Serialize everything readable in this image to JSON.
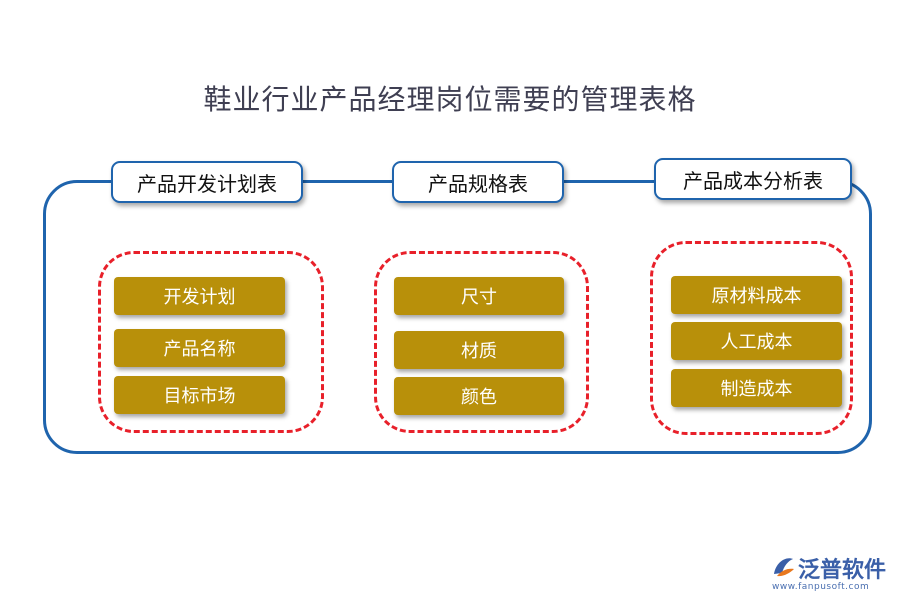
{
  "title": "鞋业行业产品经理岗位需要的管理表格",
  "colors": {
    "frame": "#1f64ad",
    "item_fill": "#b8900a",
    "dashed_border": "#e8202a",
    "title_text": "#3f3f52"
  },
  "columns": [
    {
      "header": "产品开发计划表",
      "items": [
        "开发计划",
        "产品名称",
        "目标市场"
      ]
    },
    {
      "header": "产品规格表",
      "items": [
        "尺寸",
        "材质",
        "颜色"
      ]
    },
    {
      "header": "产品成本分析表",
      "items": [
        "原材料成本",
        "人工成本",
        "制造成本"
      ]
    }
  ],
  "logo": {
    "name": "泛普软件",
    "url": "www.fanpusoft.com",
    "icon": "fanpu-logo-icon"
  }
}
